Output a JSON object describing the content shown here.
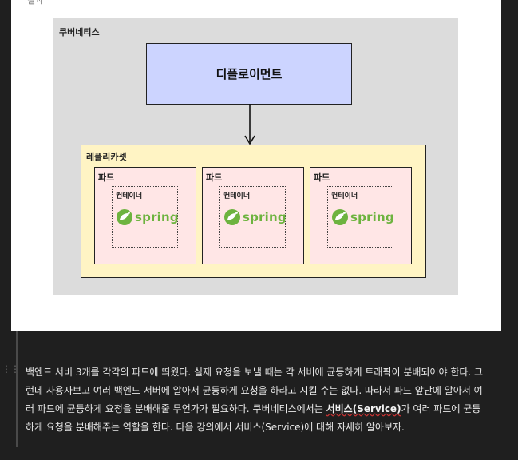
{
  "diagram": {
    "top_cut_label": "결과",
    "kubernetes_label": "쿠버네티스",
    "deployment_label": "디플로이먼트",
    "replicaset_label": "레플리카셋",
    "pods": [
      {
        "label": "파드",
        "container_label": "컨테이너",
        "logo_text": "spring"
      },
      {
        "label": "파드",
        "container_label": "컨테이너",
        "logo_text": "spring"
      },
      {
        "label": "파드",
        "container_label": "컨테이너",
        "logo_text": "spring"
      }
    ]
  },
  "text": {
    "part1": "백엔드 서버 3개를 각각의 파드에 띄웠다. 실제 요청을 보낼 때는 각 서버에 균등하게 트래픽이 분배되어야 한다. 그런데 사용자보고 여러 백엔드 서버에 알아서 균등하게 요청을 하라고 시킬 수는 없다. 따라서 파드 앞단에 알아서 여러 파드에 균등하게 요청을 분배해줄 무언가가 필요하다. 쿠버네티스에서는 ",
    "strong": "서비스(Service)",
    "part2": "가 여러 파드에 균등하게 요청을 분배해주는 역할을 한다. 다음 강의에서 서비스(Service)에 대해 자세히 알아보자."
  },
  "colors": {
    "background": "#1f1f1f",
    "k8s_area": "#dcdcdc",
    "deployment": "#ccd4ff",
    "replicaset": "#fff4c4",
    "pod": "#ffe6e6",
    "spring_green": "#6db33f"
  }
}
